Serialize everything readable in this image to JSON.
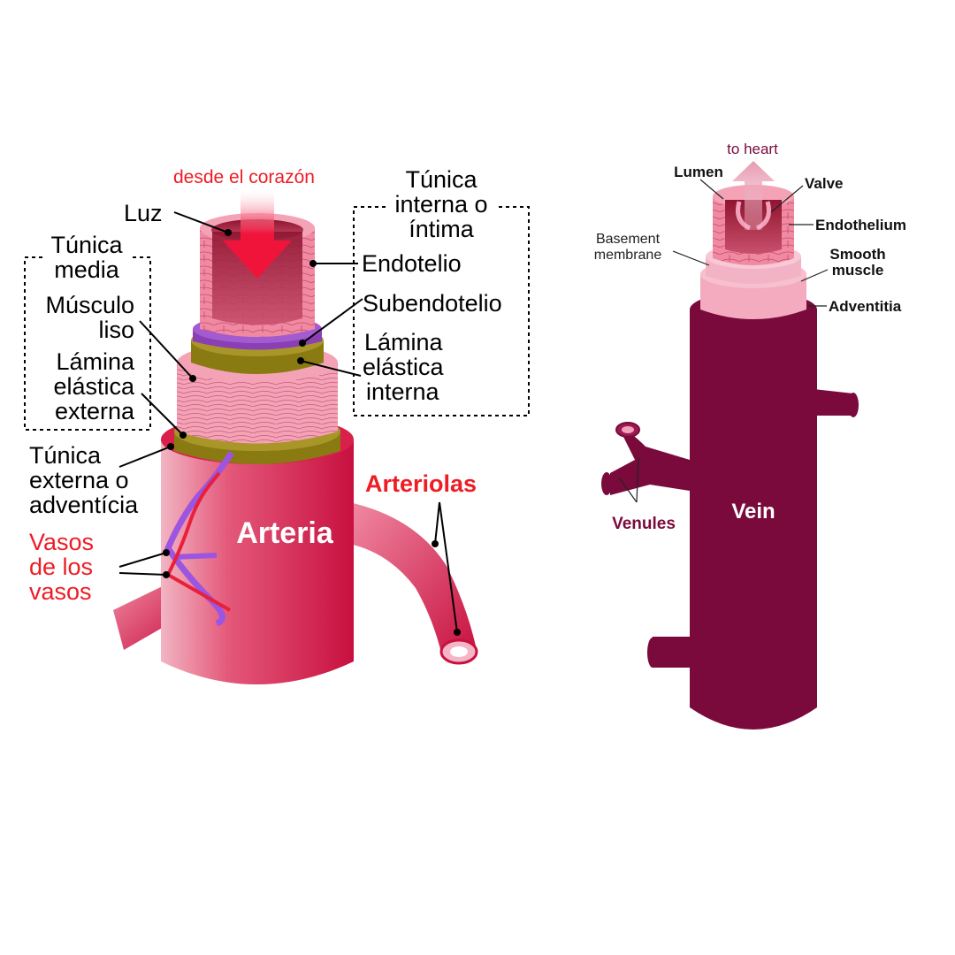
{
  "artery": {
    "arrow_text": "desde el corazón",
    "luz": "Luz",
    "tunica_interna": [
      "Túnica",
      "interna o",
      "íntima"
    ],
    "endotelio": "Endotelio",
    "subendotelio": "Subendotelio",
    "lamina_interna": [
      "Lámina",
      "elástica",
      "interna"
    ],
    "tunica_media": [
      "Túnica",
      "media"
    ],
    "musculo_liso": [
      "Músculo",
      "liso"
    ],
    "lamina_externa": [
      "Lámina",
      "elástica",
      "externa"
    ],
    "tunica_externa": [
      "Túnica",
      "externa o",
      "adventícia"
    ],
    "vasos": [
      "Vasos",
      "de los",
      "vasos"
    ],
    "title": "Arteria",
    "arteriolas": "Arteriolas"
  },
  "vein": {
    "to_heart": "to heart",
    "lumen": "Lumen",
    "valve": "Valve",
    "endothelium": "Endothelium",
    "basement": [
      "Basement",
      "membrane"
    ],
    "smooth": [
      "Smooth",
      "muscle"
    ],
    "adventitia": "Adventitia",
    "venules": "Venules",
    "title": "Vein"
  },
  "colors": {
    "artery_red": "#d8204a",
    "artery_pink": "#f07f9c",
    "label_red": "#ee1c25",
    "olive": "#8a7a12",
    "purple": "#8a3fb5",
    "vein_maroon": "#7a0a3c"
  }
}
